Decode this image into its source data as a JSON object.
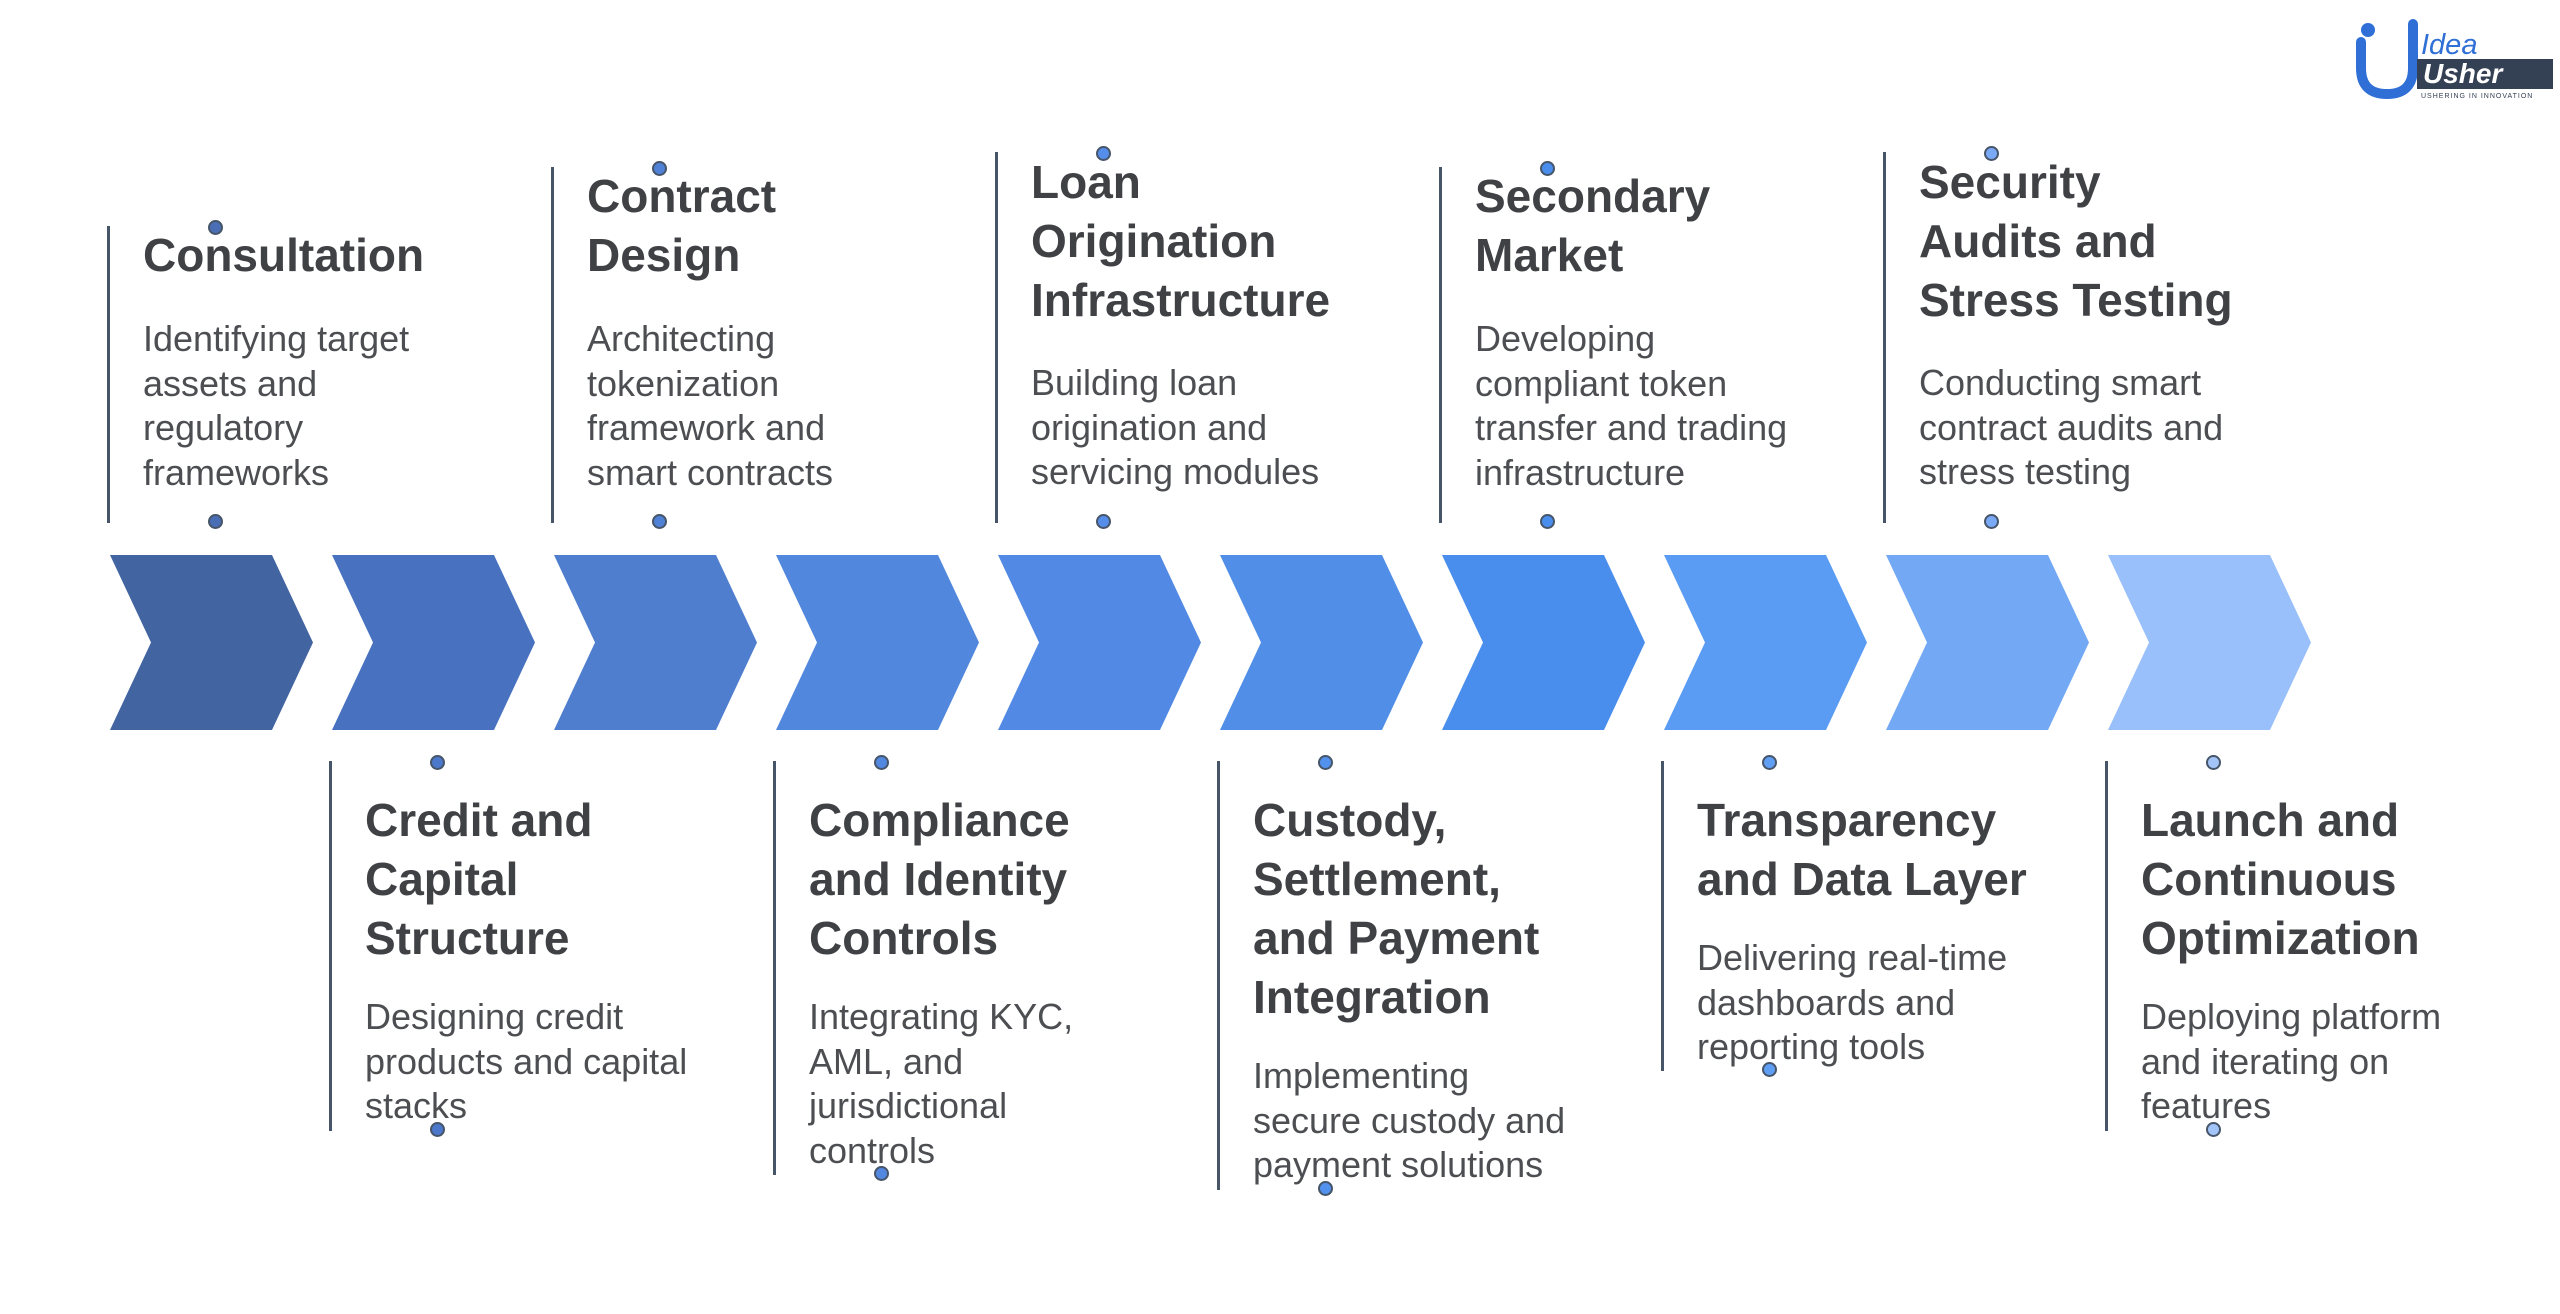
{
  "logo": {
    "word_top": "Idea",
    "word_bottom": "Usher",
    "tagline": "USHERING IN INNOVATION",
    "color_blue": "#2f6fd6",
    "color_dark": "#344054"
  },
  "chevron_colors": [
    "#4264a1",
    "#4872c0",
    "#4f7ecf",
    "#5187dd",
    "#5289e4",
    "#508ee8",
    "#4a8eed",
    "#5a9bf3",
    "#73a8f5",
    "#99c0fa"
  ],
  "dot_colors": [
    "#4a6eb5",
    "#4c78cb",
    "#4f82d6",
    "#5388e0",
    "#558dea",
    "#5292ee",
    "#4a8eed",
    "#5f9ef3",
    "#7aa9f5",
    "#a3c4f8"
  ],
  "steps": [
    {
      "title": "Consultation",
      "description": "Identifying target assets and regulatory frameworks"
    },
    {
      "title": "Credit and Capital Structure",
      "description": "Designing credit products and capital stacks"
    },
    {
      "title": "Contract Design",
      "description": "Architecting tokenization framework and smart contracts"
    },
    {
      "title": "Compliance and Identity Controls",
      "description": "Integrating KYC, AML, and jurisdictional controls"
    },
    {
      "title": "Loan Origination Infrastructure",
      "description": "Building loan origination and servicing modules"
    },
    {
      "title": "Custody, Settlement, and Payment Integration",
      "description": "Implementing secure custody and payment solutions"
    },
    {
      "title": "Secondary Market",
      "description": "Developing compliant token transfer and trading infrastructure"
    },
    {
      "title": "Transparency and Data Layer",
      "description": "Delivering real-time dashboards and reporting tools"
    },
    {
      "title": "Security Audits and Stress Testing",
      "description": "Conducting smart contract audits and stress testing"
    },
    {
      "title": "Launch and Continuous Optimization",
      "description": "Deploying platform and iterating on features"
    }
  ]
}
